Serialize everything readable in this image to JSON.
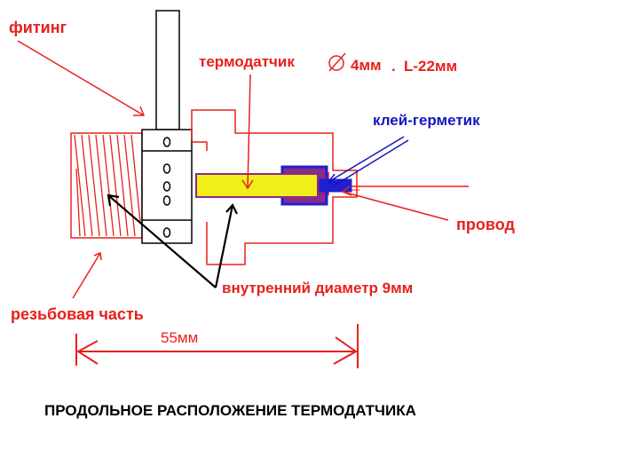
{
  "labels": {
    "fitting": "фитинг",
    "thermosensor": "термодатчик",
    "diameter": "4мм",
    "dot": ".",
    "length": "L-22мм",
    "sealant": "клей-герметик",
    "wire": "провод",
    "inner_diameter": "внутренний диаметр 9мм",
    "threaded_part": "резьбовая часть",
    "dimension": "55мм",
    "caption": "ПРОДОЛЬНОЕ РАСПОЛОЖЕНИЕ ТЕРМОДАТЧИКА"
  },
  "colors": {
    "outline_red": "#e8201c",
    "sensor_fill": "#f0ef1a",
    "sealant_blue": "#2020d0",
    "sealant_fill": "#8a2a8a",
    "ink": "#000000"
  },
  "symbols": {
    "diameter_symbol": "diameter-sign-icon"
  }
}
